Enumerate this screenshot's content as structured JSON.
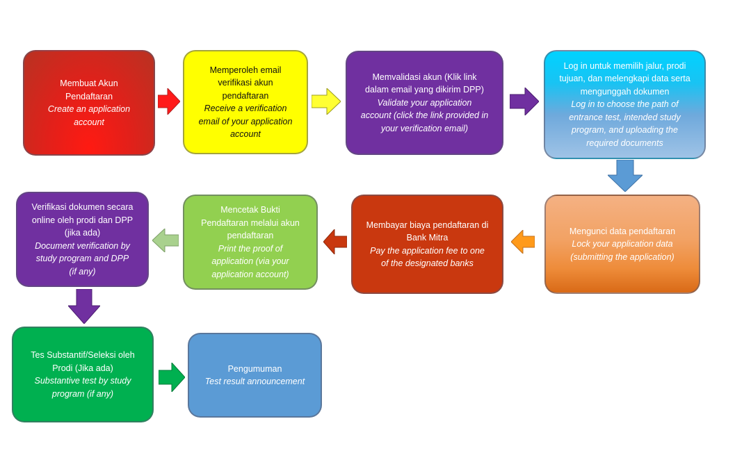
{
  "colors": {
    "arrow_red": "#ff1a1a",
    "arrow_yellow": "#ffff33",
    "arrow_purple": "#7030a0",
    "arrow_blue": "#5b9bd5",
    "arrow_orange": "#ff9a1a",
    "arrow_darkred": "#c9380f",
    "arrow_lightgreen": "#a9d18e",
    "arrow_green": "#00b050"
  },
  "steps": [
    {
      "id_lines": [
        "Membuat Akun",
        "Pendaftaran"
      ],
      "en_lines": [
        "Create an application",
        "account"
      ]
    },
    {
      "id_lines": [
        "Memperoleh email",
        "verifikasi akun",
        "pendaftaran"
      ],
      "en_lines": [
        "Receive  a verification",
        "email of your application",
        "account"
      ]
    },
    {
      "id_lines": [
        "Memvalidasi akun (Klik link",
        "dalam email yang dikirim DPP)"
      ],
      "en_lines": [
        "Validate your application",
        "account (click the link provided in",
        "your verification email)"
      ]
    },
    {
      "id_lines": [
        "Log in untuk memilih jalur, prodi",
        "tujuan, dan melengkapi data serta",
        "mengunggah dokumen"
      ],
      "en_lines": [
        "Log in to choose the path of",
        "entrance test, intended study",
        "program, and uploading the",
        "required documents"
      ]
    },
    {
      "id_lines": [
        "Mengunci data pendaftaran"
      ],
      "en_lines": [
        "Lock your application data",
        "(submitting the application)"
      ]
    },
    {
      "id_lines": [
        "Membayar biaya pendaftaran di",
        "Bank Mitra"
      ],
      "en_lines": [
        "Pay the application fee to one",
        "of the designated banks"
      ]
    },
    {
      "id_lines": [
        "Mencetak Bukti",
        "Pendaftaran melalui akun",
        "pendaftaran"
      ],
      "en_lines": [
        "Print the proof of",
        "application (via your",
        "application account)"
      ]
    },
    {
      "id_lines": [
        "Verifikasi dokumen secara",
        "online oleh prodi dan DPP",
        "(jika ada)"
      ],
      "en_lines": [
        "Document verification by",
        "study program and DPP",
        "(if any)"
      ]
    },
    {
      "id_lines": [
        "Tes Substantif/Seleksi oleh",
        "Prodi (Jika ada)"
      ],
      "en_lines": [
        "Substantive test by study",
        "program (if any)"
      ]
    },
    {
      "id_lines": [
        "Pengumuman"
      ],
      "en_lines": [
        "Test result announcement"
      ]
    }
  ]
}
